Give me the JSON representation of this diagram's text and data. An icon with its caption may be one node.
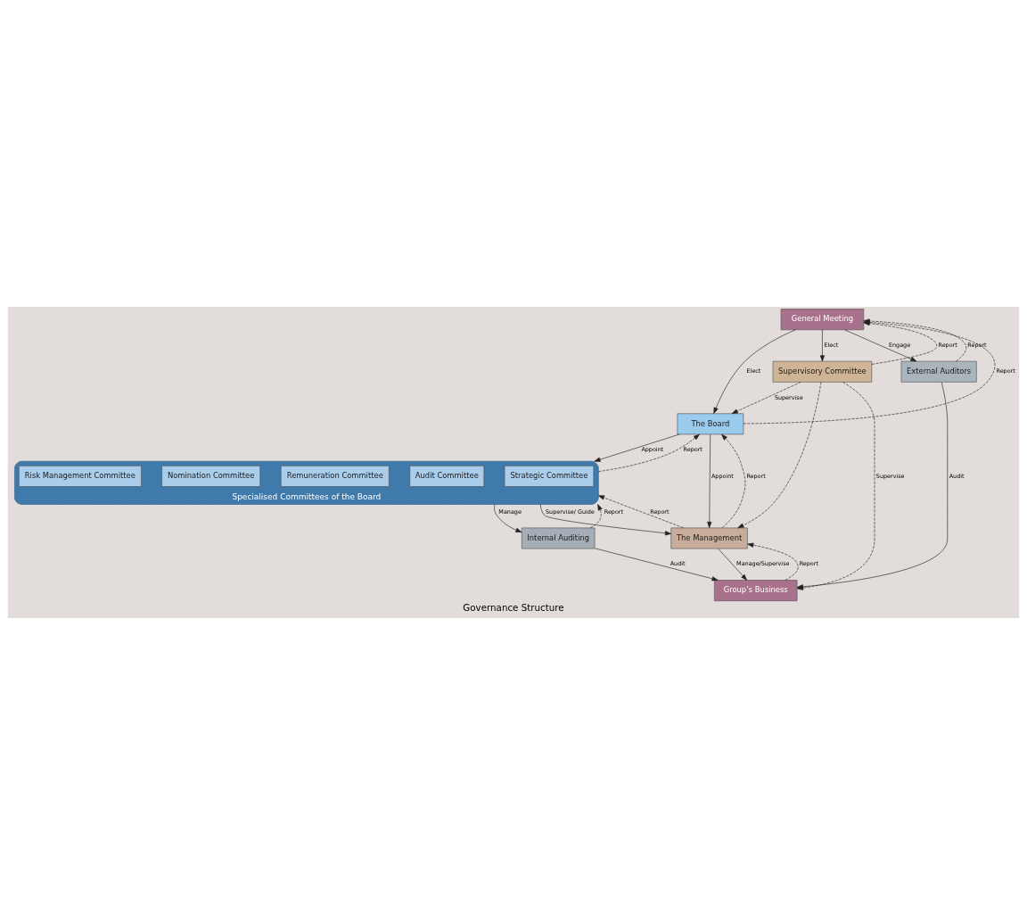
{
  "diagram": {
    "caption": "Governance Structure",
    "nodes": [
      {
        "text": [
          "General Meeting"
        ]
      },
      {
        "text": [
          "The Board"
        ]
      },
      {
        "text": [
          "Supervisory Committee"
        ]
      },
      {
        "text": [
          "External Auditors"
        ]
      },
      {
        "text": [
          "Specialised Committees of the Board"
        ]
      },
      {
        "text": [
          "Strategic Committee"
        ],
        "in": 4
      },
      {
        "text": [
          "Audit Committee"
        ],
        "in": 4
      },
      {
        "text": [
          "Remuneration Committee"
        ],
        "in": 4
      },
      {
        "text": [
          "Nomination Committee"
        ],
        "in": 4
      },
      {
        "text": [
          "Risk Management Committee"
        ],
        "in": 4
      },
      {
        "text": [
          "Internal Auditing"
        ]
      },
      {
        "text": [
          "The Management"
        ]
      },
      {
        "text": [
          "Group’s Business"
        ]
      }
    ],
    "edges": [
      {
        "from": 0,
        "to": 1,
        "arrow": "to",
        "label": "Elect"
      },
      {
        "from": 1,
        "to": 0,
        "arrow": "to",
        "label": "Report",
        "style": "dashed"
      },
      {
        "from": 0,
        "to": 2,
        "arrow": "to",
        "label": "Elect"
      },
      {
        "from": 2,
        "to": 0,
        "arrow": "to",
        "label": "Report",
        "style": "dashed"
      },
      {
        "from": 0,
        "to": 3,
        "arrow": "to",
        "label": "Engage"
      },
      {
        "from": 3,
        "to": 0,
        "arrow": "to",
        "label": "Report",
        "style": "dashed"
      },
      {
        "from": 2,
        "to": 1,
        "arrow": "to",
        "label": "Supervise",
        "style": "dashed"
      },
      {
        "from": 1,
        "to": 4,
        "arrow": "to",
        "label": "Appoint"
      },
      {
        "from": 4,
        "to": 1,
        "arrow": "to",
        "label": "Report",
        "style": "dashed"
      },
      {
        "from": 1,
        "to": 11,
        "arrow": "to",
        "label": "Appoint"
      },
      {
        "from": 11,
        "to": 1,
        "arrow": "to",
        "label": "Report",
        "style": "dashed"
      },
      {
        "from": 4,
        "to": 10,
        "arrow": "to",
        "label": "Manage"
      },
      {
        "from": 10,
        "to": 4,
        "arrow": "to",
        "label": "Report",
        "style": "dashed"
      },
      {
        "from": 4,
        "to": 11,
        "arrow": "to",
        "label": "Supervise/ Guide"
      },
      {
        "from": 11,
        "to": 4,
        "arrow": "to",
        "label": "Report",
        "style": "dashed"
      },
      {
        "from": 2,
        "to": 11,
        "arrow": "to",
        "style": "dashed"
      },
      {
        "from": 2,
        "to": 12,
        "arrow": "to",
        "label": "Supervise",
        "style": "dashed"
      },
      {
        "from": 10,
        "to": 12,
        "arrow": "to",
        "label": "Audit"
      },
      {
        "from": 3,
        "to": 12,
        "arrow": "to",
        "label": "Audit"
      },
      {
        "from": 11,
        "to": 12,
        "arrow": "to",
        "label": "Manage/Supervise"
      },
      {
        "from": 12,
        "to": 11,
        "arrow": "to",
        "label": "Report",
        "style": "dashed"
      }
    ]
  }
}
